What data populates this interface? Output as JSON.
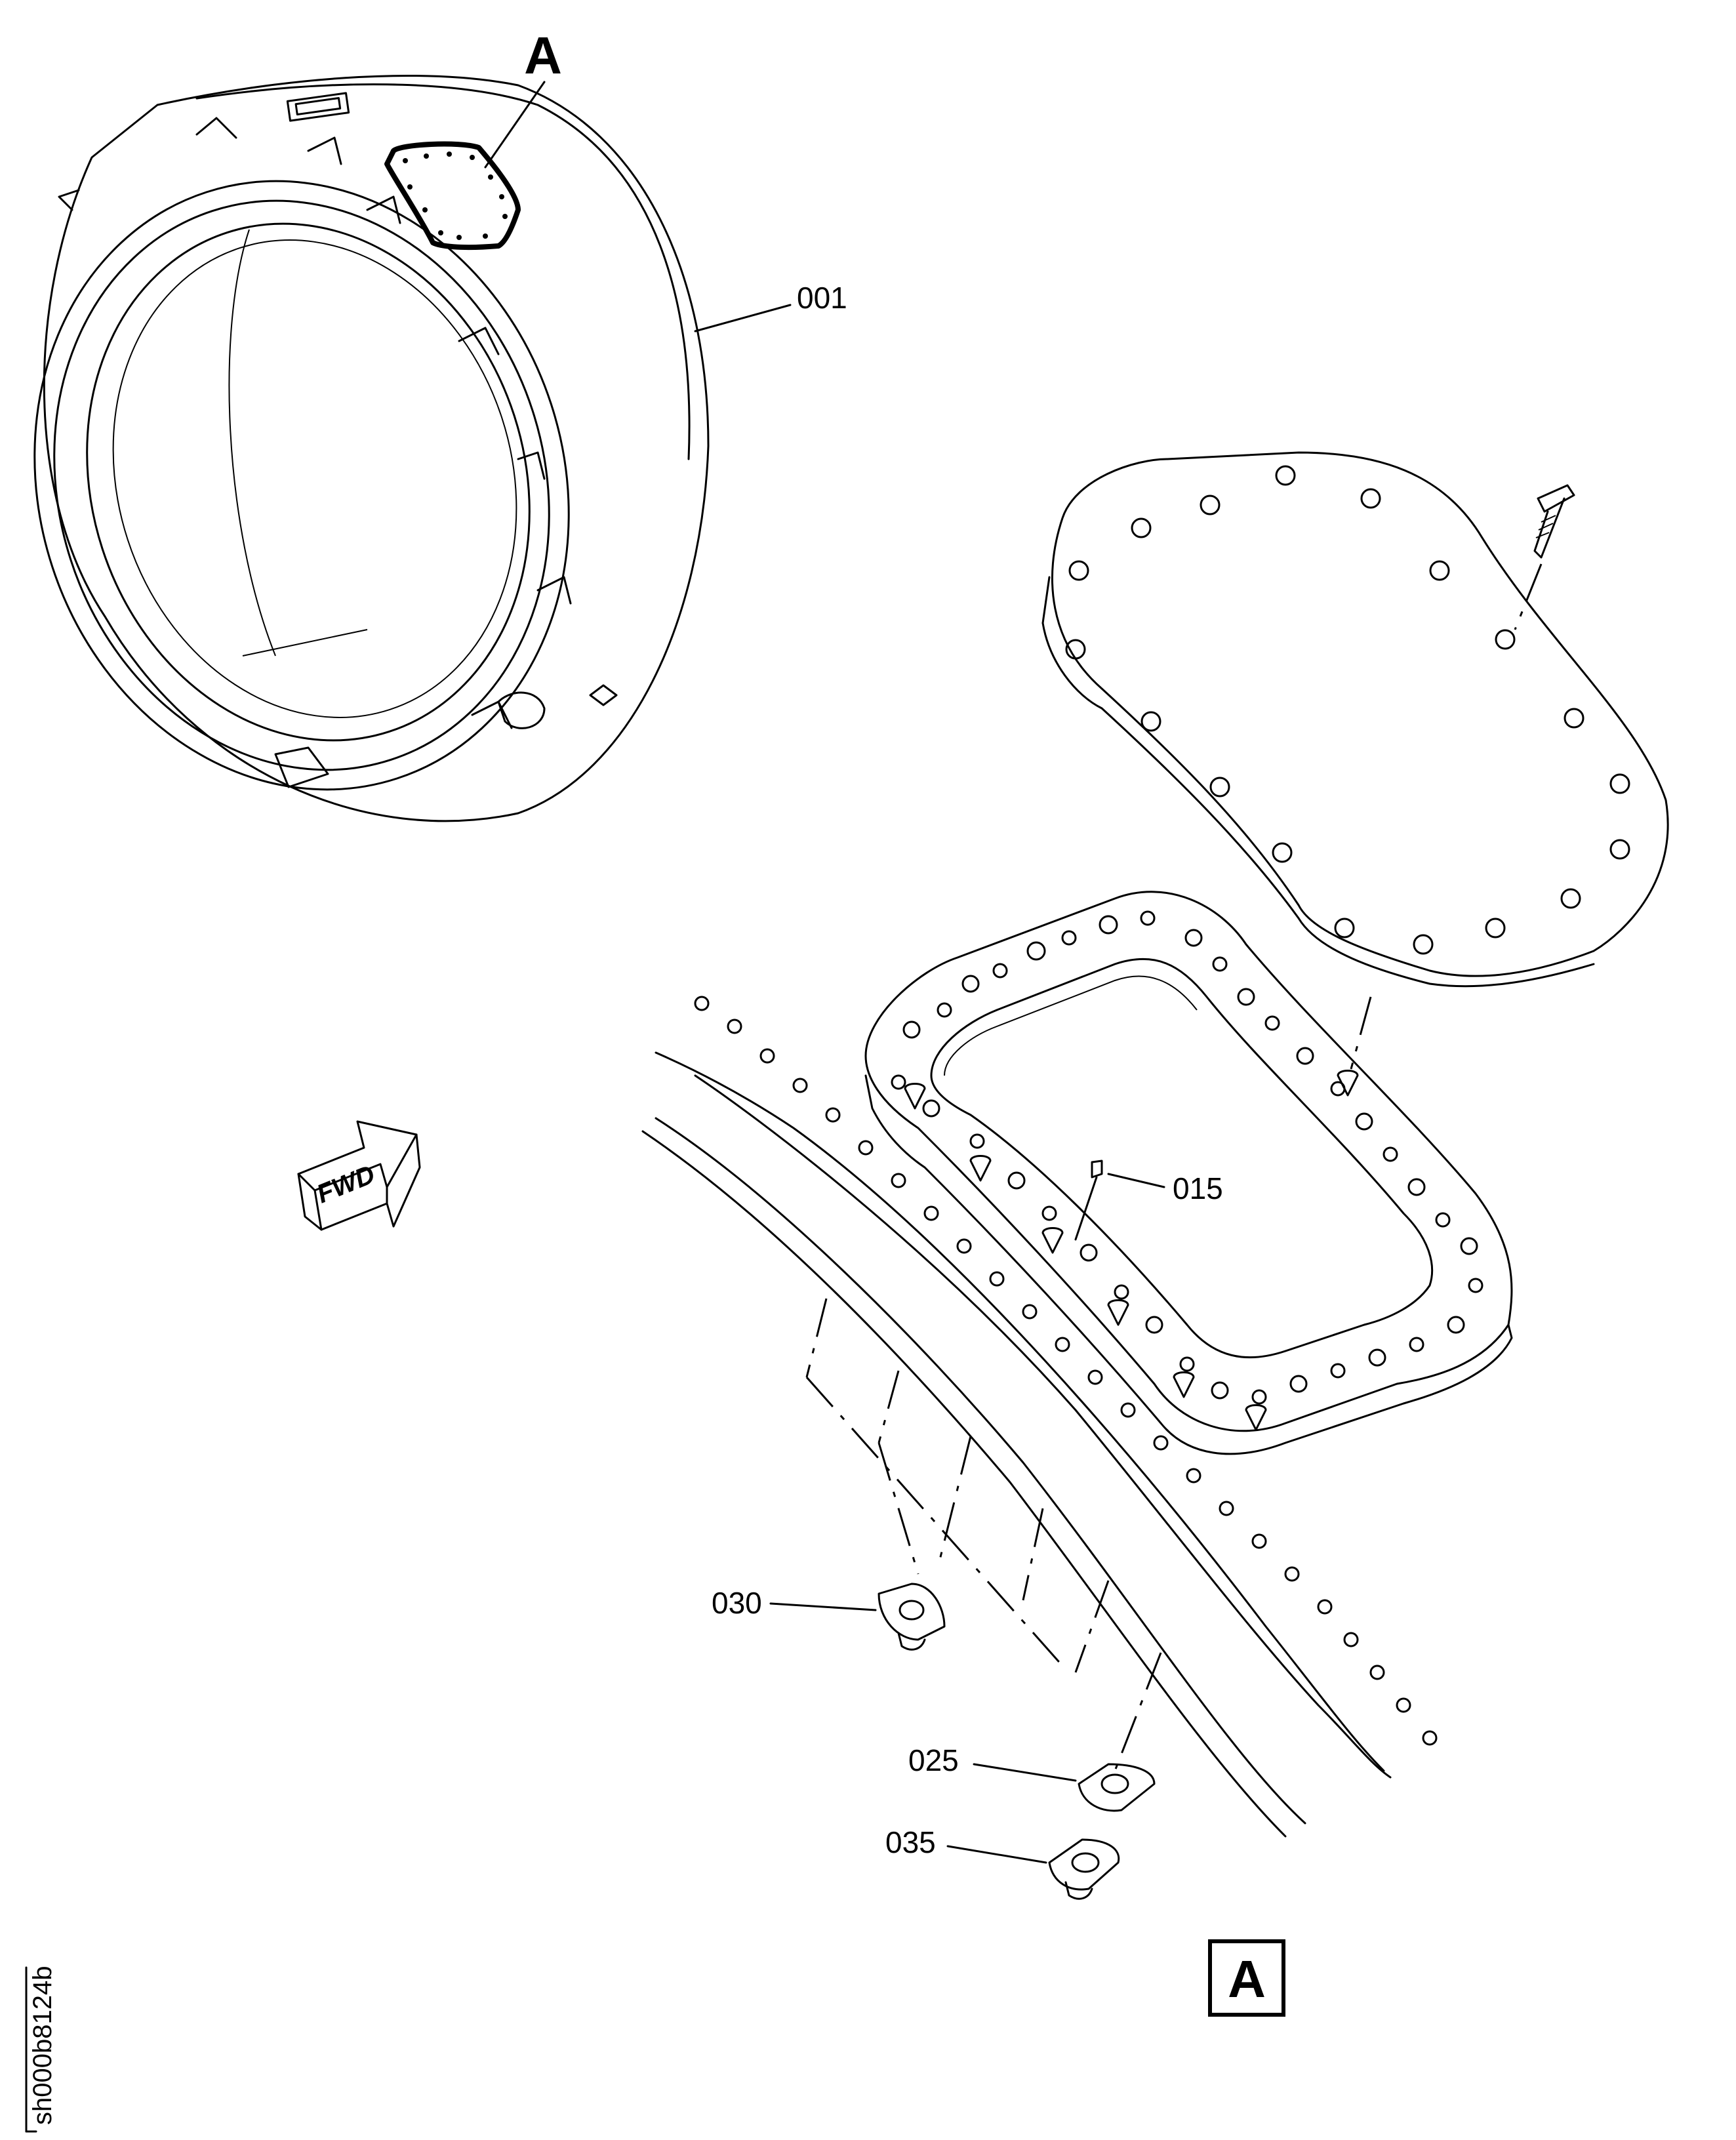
{
  "detail_letter_callout": "A",
  "detail_view_label": "A",
  "fwd_arrow_text": "FWD",
  "item_labels": {
    "part_001": "001",
    "part_015": "015",
    "part_025": "025",
    "part_030": "030",
    "part_035": "035"
  },
  "figure_reference": "sh000b8124b"
}
